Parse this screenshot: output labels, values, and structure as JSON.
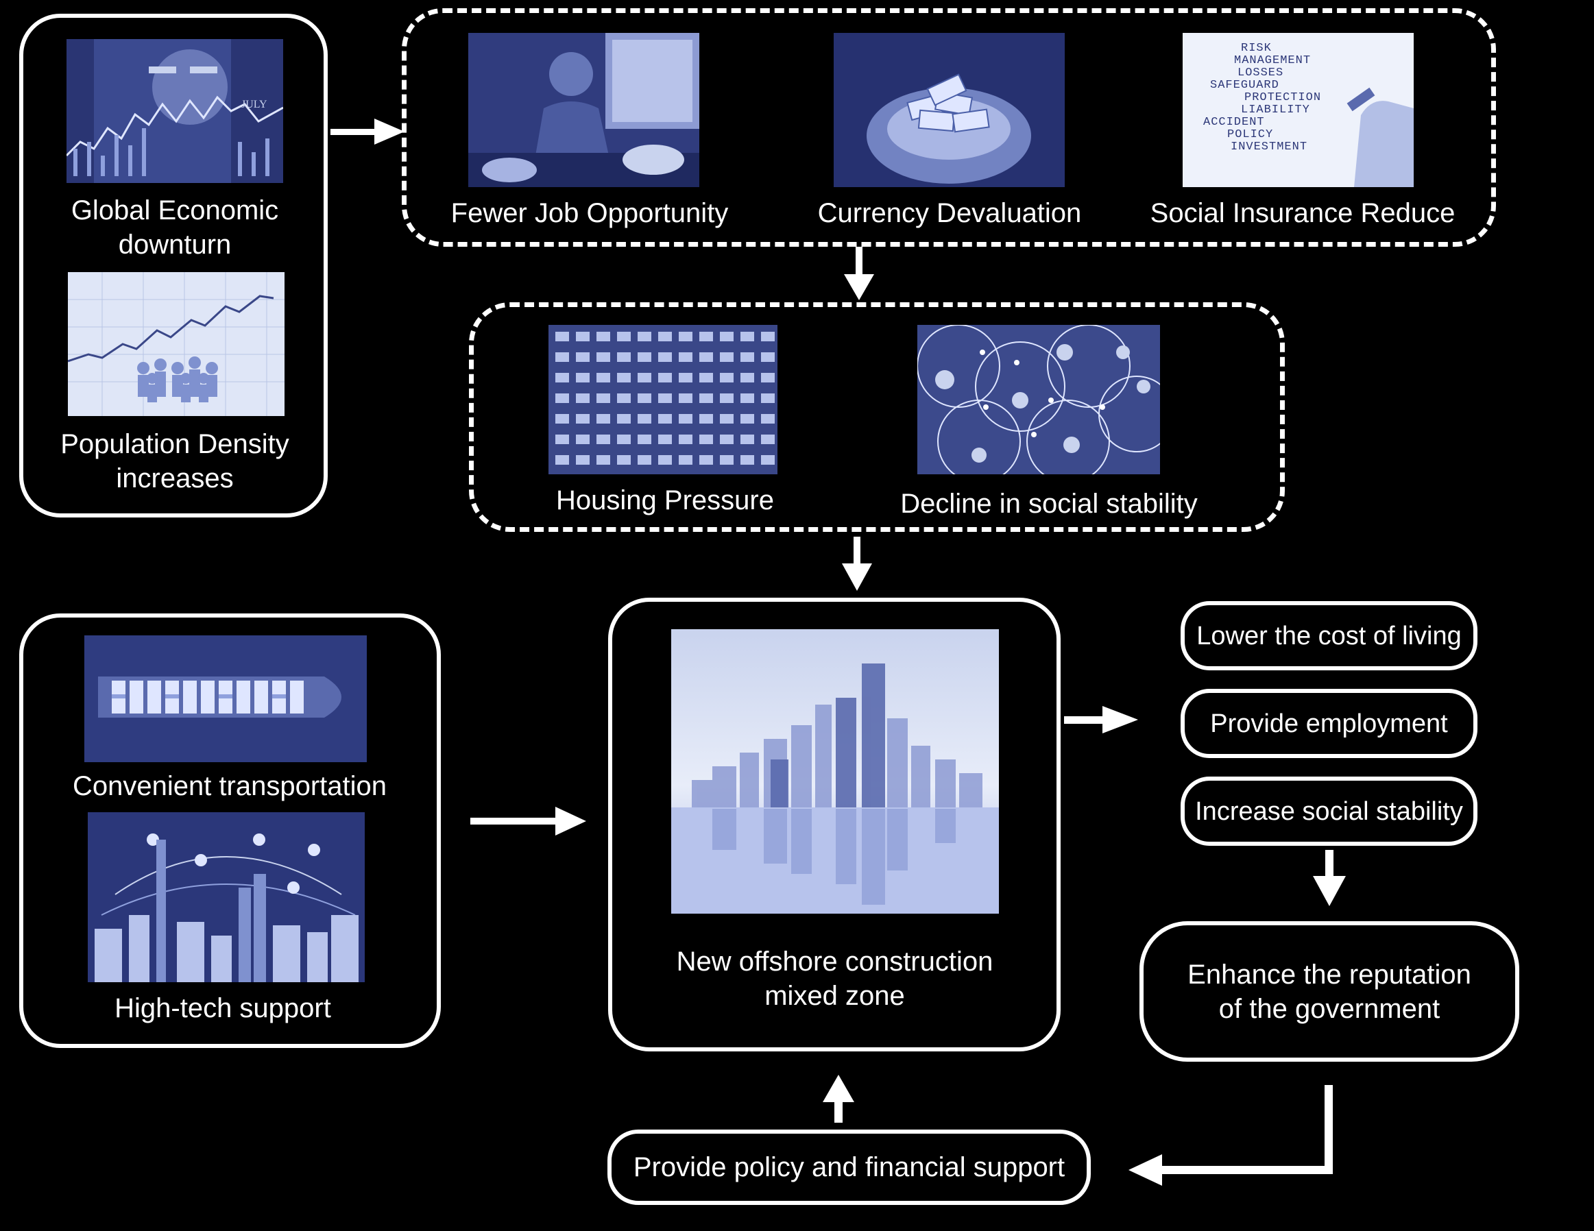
{
  "causes": {
    "economic": "Global Economic downturn",
    "population": "Population Density increases"
  },
  "effects": {
    "jobs": "Fewer Job Opportunity",
    "currency": "Currency Devaluation",
    "insurance": "Social Insurance Reduce",
    "insurance_words": [
      "RISK",
      "MANAGEMENT",
      "LOSSES",
      "SAFEGUARD",
      "PROTECTION",
      "LIABILITY",
      "ACCIDENT",
      "POLICY",
      "INVESTMENT"
    ],
    "chart_month": "JULY"
  },
  "pressures": {
    "housing": "Housing Pressure",
    "stability": "Decline in social stability"
  },
  "advantages": {
    "transport": "Convenient transportation",
    "hightech": "High-tech support"
  },
  "center": {
    "title": "New offshore construction mixed zone"
  },
  "outcomes": {
    "cost": "Lower the cost of living",
    "employment": "Provide employment",
    "stability": "Increase social stability",
    "reputation": "Enhance the reputation of the government"
  },
  "support": {
    "label": "Provide policy and financial support"
  },
  "colors": {
    "background": "#000000",
    "line": "#ffffff",
    "photo_tint": "#4a5fa8",
    "photo_light": "#c9d3ee"
  }
}
